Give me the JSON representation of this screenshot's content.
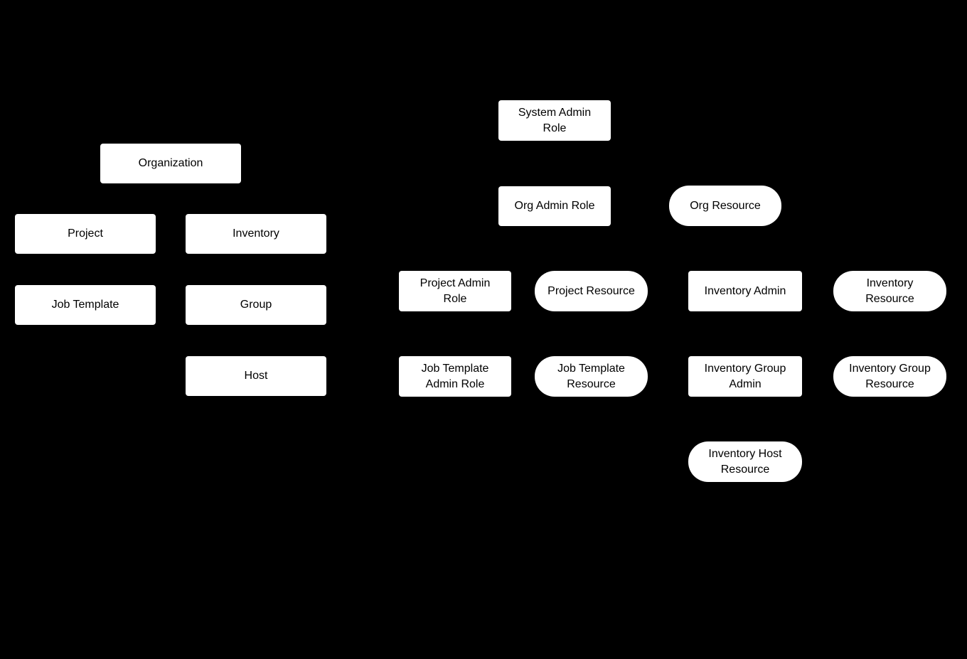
{
  "diagram": {
    "background_color": "#000000",
    "node_fill_color": "#ffffff",
    "node_text_color": "#000000",
    "nodes": {
      "organization": {
        "label": "Organization",
        "shape": "rectangle"
      },
      "project": {
        "label": "Project",
        "shape": "rectangle"
      },
      "inventory": {
        "label": "Inventory",
        "shape": "rectangle"
      },
      "job_template": {
        "label": "Job Template",
        "shape": "rectangle"
      },
      "group": {
        "label": "Group",
        "shape": "rectangle"
      },
      "host": {
        "label": "Host",
        "shape": "rectangle"
      },
      "system_admin_role": {
        "label": "System Admin\nRole",
        "shape": "rectangle"
      },
      "org_admin_role": {
        "label": "Org Admin Role",
        "shape": "rectangle"
      },
      "org_resource": {
        "label": "Org Resource",
        "shape": "stadium"
      },
      "project_admin_role": {
        "label": "Project Admin\nRole",
        "shape": "rectangle"
      },
      "project_resource": {
        "label": "Project Resource",
        "shape": "stadium"
      },
      "inventory_admin": {
        "label": "Inventory Admin",
        "shape": "rectangle"
      },
      "inventory_resource": {
        "label": "Inventory\nResource",
        "shape": "stadium"
      },
      "job_template_admin_role": {
        "label": "Job Template\nAdmin Role",
        "shape": "rectangle"
      },
      "job_template_resource": {
        "label": "Job Template\nResource",
        "shape": "stadium"
      },
      "inventory_group_admin": {
        "label": "Inventory Group\nAdmin",
        "shape": "rectangle"
      },
      "inventory_group_resource": {
        "label": "Inventory Group\nResource",
        "shape": "stadium"
      },
      "inventory_host_resource": {
        "label": "Inventory Host\nResource",
        "shape": "stadium"
      }
    }
  }
}
